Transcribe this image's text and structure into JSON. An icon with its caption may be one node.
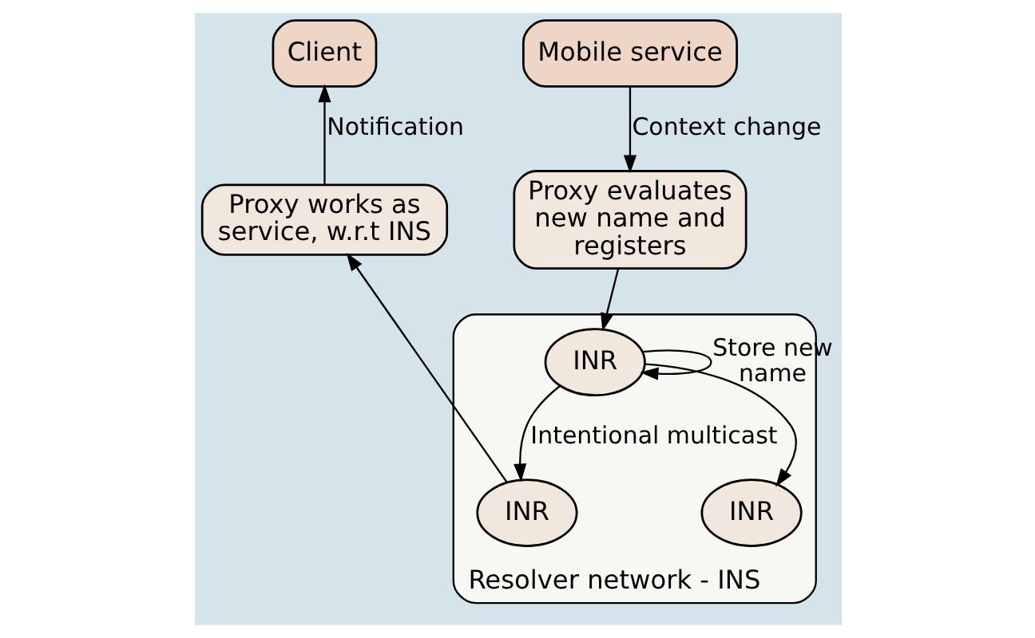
{
  "diagram": {
    "nodes": [
      {
        "text": [
          "Client"
        ]
      },
      {
        "text": [
          "Mobile service"
        ]
      },
      {
        "text": [
          "Proxy works as service, w.r.t INS"
        ]
      },
      {
        "text": [
          "Proxy evaluates new name and registers"
        ]
      },
      {
        "text": [
          "Resolver network - INS"
        ]
      },
      {
        "text": [
          "INR"
        ],
        "in": 4
      },
      {
        "text": [
          "INR"
        ],
        "in": 4
      },
      {
        "text": [
          "INR"
        ],
        "in": 4
      }
    ],
    "edges": [
      {
        "from": 2,
        "to": 0,
        "arrow": "to",
        "label": "Notification"
      },
      {
        "from": 1,
        "to": 3,
        "arrow": "to",
        "label": "Context change"
      },
      {
        "from": 3,
        "to": 6,
        "arrow": "to"
      },
      {
        "from": 5,
        "to": 2,
        "arrow": "to"
      },
      {
        "from": 6,
        "to": 5,
        "arrow": "to",
        "label": "Intentional multicast"
      },
      {
        "from": 6,
        "to": 7,
        "arrow": "to"
      },
      {
        "from": 6,
        "to": 6,
        "arrow": "to",
        "label": "Store new name"
      }
    ]
  }
}
